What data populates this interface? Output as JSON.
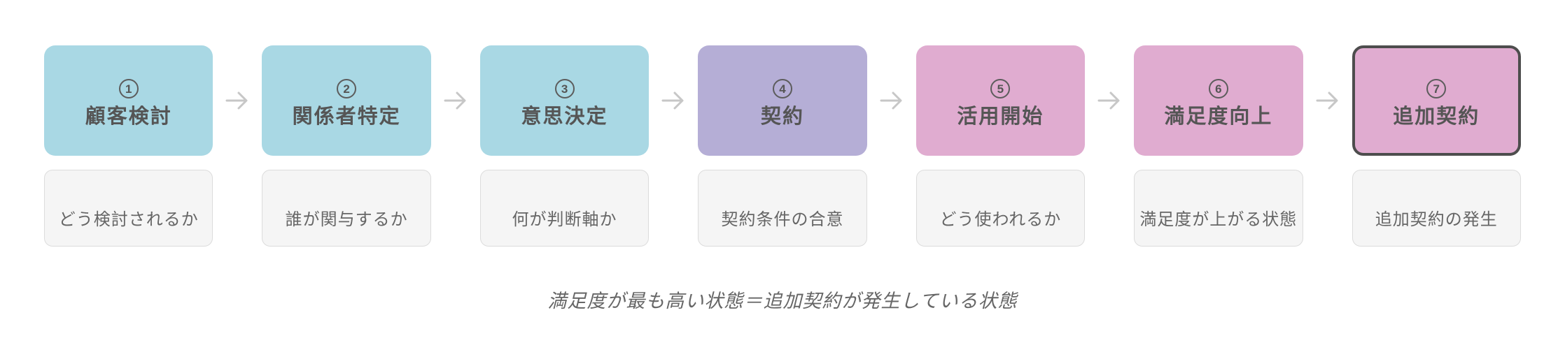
{
  "colors": {
    "blue": "#A9D8E4",
    "purple": "#B5AED6",
    "pink": "#E0ACD0",
    "highlight_border": "#4D4D4D",
    "arrow": "#C7C7C7"
  },
  "steps": [
    {
      "number": "1",
      "title": "顧客検討",
      "description": "どう検討されるか",
      "color": "blue",
      "highlighted": false
    },
    {
      "number": "2",
      "title": "関係者特定",
      "description": "誰が関与するか",
      "color": "blue",
      "highlighted": false
    },
    {
      "number": "3",
      "title": "意思決定",
      "description": "何が判断軸か",
      "color": "blue",
      "highlighted": false
    },
    {
      "number": "4",
      "title": "契約",
      "description": "契約条件の合意",
      "color": "purple",
      "highlighted": false
    },
    {
      "number": "5",
      "title": "活用開始",
      "description": "どう使われるか",
      "color": "pink",
      "highlighted": false
    },
    {
      "number": "6",
      "title": "満足度向上",
      "description": "満足度が上がる状態",
      "color": "pink",
      "highlighted": false
    },
    {
      "number": "7",
      "title": "追加契約",
      "description": "追加契約の発生",
      "color": "pink",
      "highlighted": true
    }
  ],
  "footer": {
    "note": "満足度が最も高い状態＝追加契約が発生している状態"
  }
}
